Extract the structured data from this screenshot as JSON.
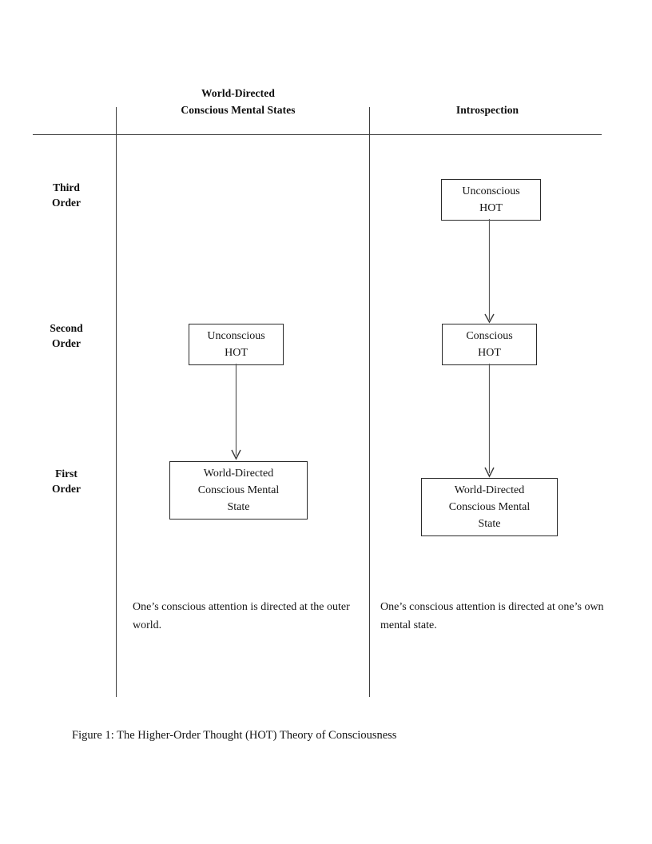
{
  "figure": {
    "caption": "Figure 1: The Higher-Order Thought (HOT) Theory of Consciousness",
    "columns": {
      "left_header": "World-Directed\nConscious Mental States",
      "right_header": "Introspection"
    },
    "row_labels": {
      "third": "Third\nOrder",
      "second": "Second\nOrder",
      "first": "First\nOrder"
    },
    "nodes": {
      "right_third_order": "Unconscious\nHOT",
      "left_second_order": "Unconscious\nHOT",
      "right_second_order": "Conscious\nHOT",
      "left_first_order": "World-Directed\nConscious Mental\nState",
      "right_first_order": "World-Directed\nConscious Mental\nState"
    },
    "descriptions": {
      "left": "One’s conscious attention is directed at the outer world.",
      "right": "One’s conscious attention is directed at one’s own mental state."
    },
    "colors": {
      "page_background": "#ffffff",
      "text": "#141414",
      "rule": "#3d3d3d",
      "box_border": "#2b2b2b",
      "arrow": "#5a5a5a"
    }
  }
}
